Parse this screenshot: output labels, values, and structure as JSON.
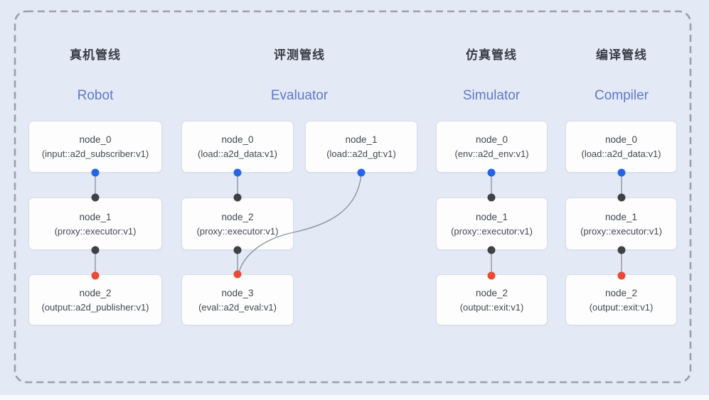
{
  "colors": {
    "bg": "#e4e9f6",
    "bottom_strip": "#f8fafc",
    "dashed_border": "#99a0ac",
    "node_bg": "#fdfdfe",
    "node_border": "#d9dde5",
    "node_text": "#43474f",
    "cn_title": "#383d47",
    "en_title": "#5d79ca",
    "edge": "#8e95a2",
    "blue_dot": "#2465e8",
    "dark_dot": "#3e4145",
    "red_dot": "#e84a33"
  },
  "pipelines": [
    {
      "id": "robot",
      "title_cn": "真机管线",
      "title_en": "Robot",
      "nodes": [
        {
          "title": "node_0",
          "subtitle": "(input::a2d_subscriber:v1)"
        },
        {
          "title": "node_1",
          "subtitle": "(proxy::executor:v1)"
        },
        {
          "title": "node_2",
          "subtitle": "(output::a2d_publisher:v1)"
        }
      ]
    },
    {
      "id": "evaluator",
      "title_cn": "评测管线",
      "title_en": "Evaluator",
      "nodes": [
        {
          "title": "node_0",
          "subtitle": "(load::a2d_data:v1)"
        },
        {
          "title": "node_1",
          "subtitle": "(load::a2d_gt:v1)"
        },
        {
          "title": "node_2",
          "subtitle": "(proxy::executor:v1)"
        },
        {
          "title": "node_3",
          "subtitle": "(eval::a2d_eval:v1)"
        }
      ]
    },
    {
      "id": "simulator",
      "title_cn": "仿真管线",
      "title_en": "Simulator",
      "nodes": [
        {
          "title": "node_0",
          "subtitle": "(env::a2d_env:v1)"
        },
        {
          "title": "node_1",
          "subtitle": "(proxy::executor:v1)"
        },
        {
          "title": "node_2",
          "subtitle": "(output::exit:v1)"
        }
      ]
    },
    {
      "id": "compiler",
      "title_cn": "编译管线",
      "title_en": "Compiler",
      "nodes": [
        {
          "title": "node_0",
          "subtitle": "(load::a2d_data:v1)"
        },
        {
          "title": "node_1",
          "subtitle": "(proxy::executor:v1)"
        },
        {
          "title": "node_2",
          "subtitle": "(output::exit:v1)"
        }
      ]
    }
  ]
}
